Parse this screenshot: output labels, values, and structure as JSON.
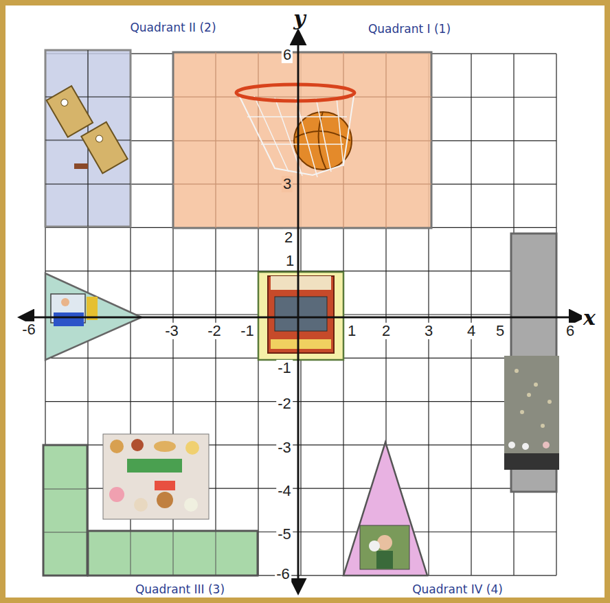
{
  "diagram": {
    "labels": [
      "Quadrant II (2)",
      "y",
      "Quadrant I (1)",
      "6",
      "3",
      "2",
      "1",
      "-6",
      "-3",
      "-2",
      "-1",
      "1",
      "2",
      "3",
      "4",
      "5",
      "6",
      "x",
      "-1",
      "-2",
      "-3",
      "-4",
      "-5",
      "-6",
      "Quadrant III (3)",
      "Quadrant IV (4)"
    ]
  }
}
